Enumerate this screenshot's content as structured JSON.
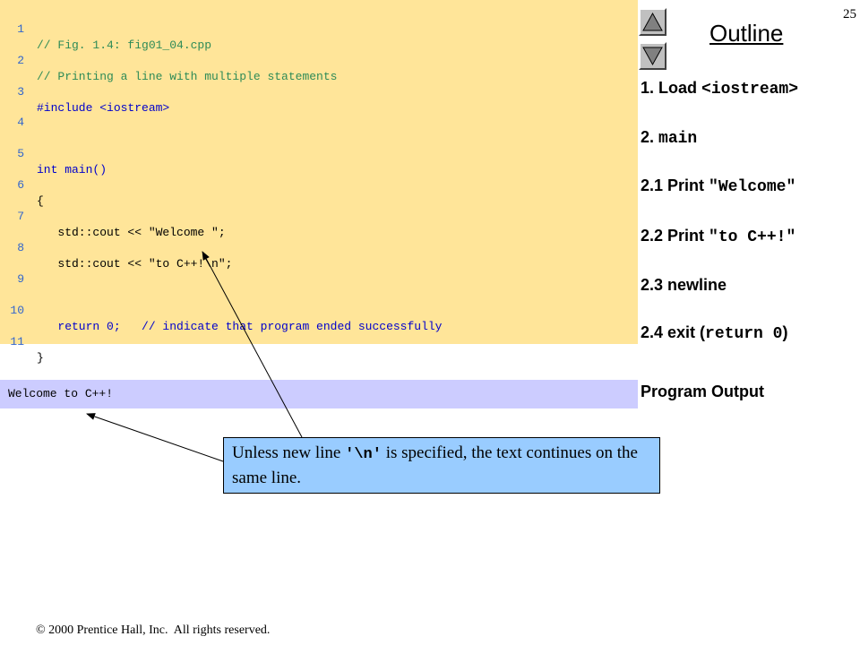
{
  "page_number": "25",
  "outline": {
    "title": "Outline",
    "items": [
      {
        "prefix": "1. Load ",
        "mono": "<iostream>",
        "suffix": ""
      },
      {
        "prefix": "2. ",
        "mono": "main",
        "suffix": ""
      },
      {
        "prefix": "2.1 Print ",
        "mono": "\"Welcome\"",
        "suffix": ""
      },
      {
        "prefix": "2.2 Print ",
        "mono": "\"to C++!\"",
        "suffix": ""
      },
      {
        "prefix": "2.3 newline",
        "mono": "",
        "suffix": ""
      },
      {
        "prefix": "2.4 exit (",
        "mono": "return 0",
        "suffix": ")"
      },
      {
        "prefix": "Program Output",
        "mono": "",
        "suffix": ""
      }
    ]
  },
  "nav": {
    "up_icon": "triangle-up",
    "down_icon": "triangle-down"
  },
  "code": {
    "lines": [
      {
        "num": "1",
        "text": "// Fig. 1.4: fig01_04.cpp"
      },
      {
        "num": "2",
        "text": "// Printing a line with multiple statements"
      },
      {
        "num": "3",
        "text": "#include <iostream>"
      },
      {
        "num": "4",
        "text": ""
      },
      {
        "num": "5",
        "text": "int main()"
      },
      {
        "num": "6",
        "text": "{"
      },
      {
        "num": "7",
        "text": "   std::cout << \"Welcome \";"
      },
      {
        "num": "8",
        "text": "   std::cout << \"to C++!\\n\";"
      },
      {
        "num": "9",
        "text": ""
      },
      {
        "num": "10",
        "text": "   return 0;   // indicate that program ended successfully"
      },
      {
        "num": "11",
        "text": "}"
      }
    ]
  },
  "output": {
    "text": "Welcome to C++!"
  },
  "callout": {
    "before": "Unless new line ",
    "code": "'\\n'",
    "after": " is specified, the text continues on the same line."
  },
  "footer": {
    "text": "2000 Prentice Hall, Inc.  All rights reserved.",
    "symbol": "©"
  },
  "colors": {
    "code_bg": "#ffe599",
    "output_bg": "#ccccff",
    "callout_bg": "#99ccff",
    "comment": "#2e8b57",
    "keyword": "#0000cc",
    "line_number": "#3366cc"
  }
}
